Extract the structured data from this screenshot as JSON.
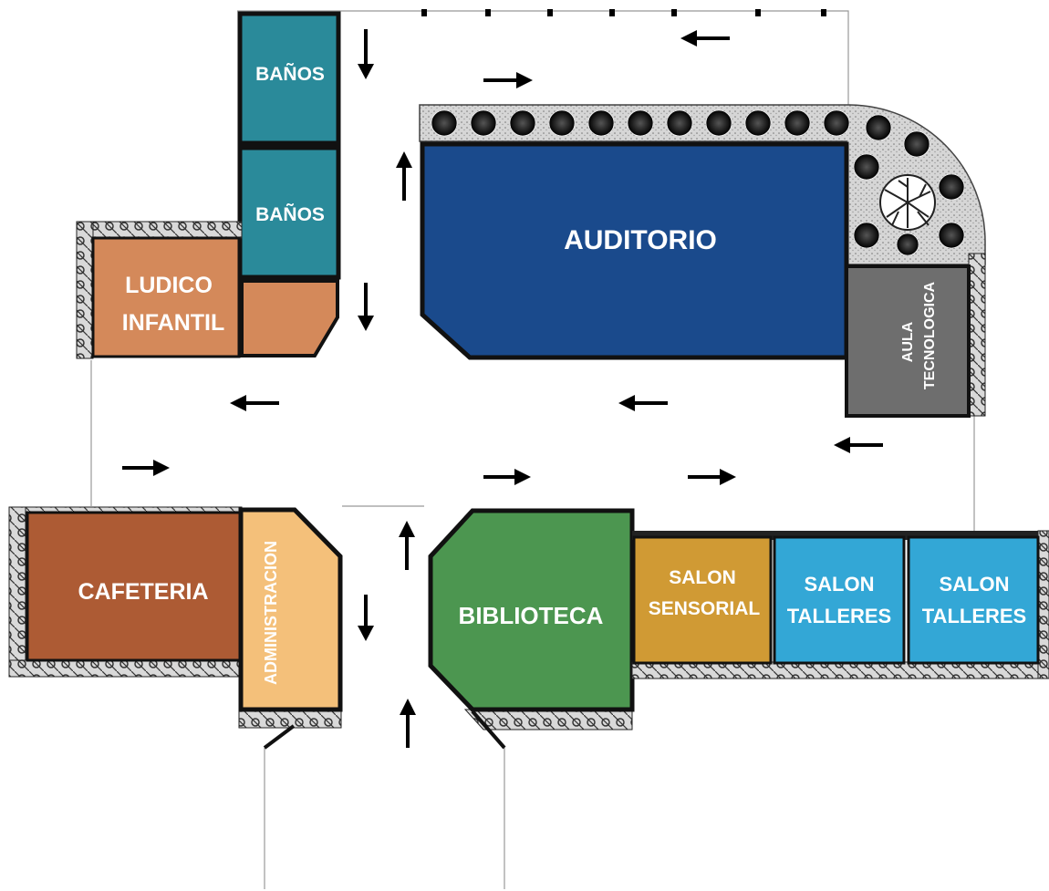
{
  "colors": {
    "banos": "#2a8a9a",
    "ludico": "#d4895a",
    "auditorio": "#1a4a8c",
    "aula": "#6e6e6e",
    "cafeteria": "#ad5b34",
    "administracion": "#f4c07a",
    "biblioteca": "#4c9650",
    "sensorial": "#d09a34",
    "talleres": "#33a7d6",
    "hedge": "#cfcfcf"
  },
  "rooms": {
    "banos_top": "BAÑOS",
    "banos_bottom": "BAÑOS",
    "ludico_line1": "LUDICO",
    "ludico_line2": "INFANTIL",
    "auditorio": "AUDITORIO",
    "aula_line1": "AULA",
    "aula_line2": "TECNOLOGICA",
    "cafeteria": "CAFETERIA",
    "administracion": "ADMINISTRACION",
    "biblioteca": "BIBLIOTECA",
    "sensorial_line1": "SALON",
    "sensorial_line2": "SENSORIAL",
    "talleres1_line1": "SALON",
    "talleres1_line2": "TALLERES",
    "talleres2_line1": "SALON",
    "talleres2_line2": "TALLERES"
  }
}
